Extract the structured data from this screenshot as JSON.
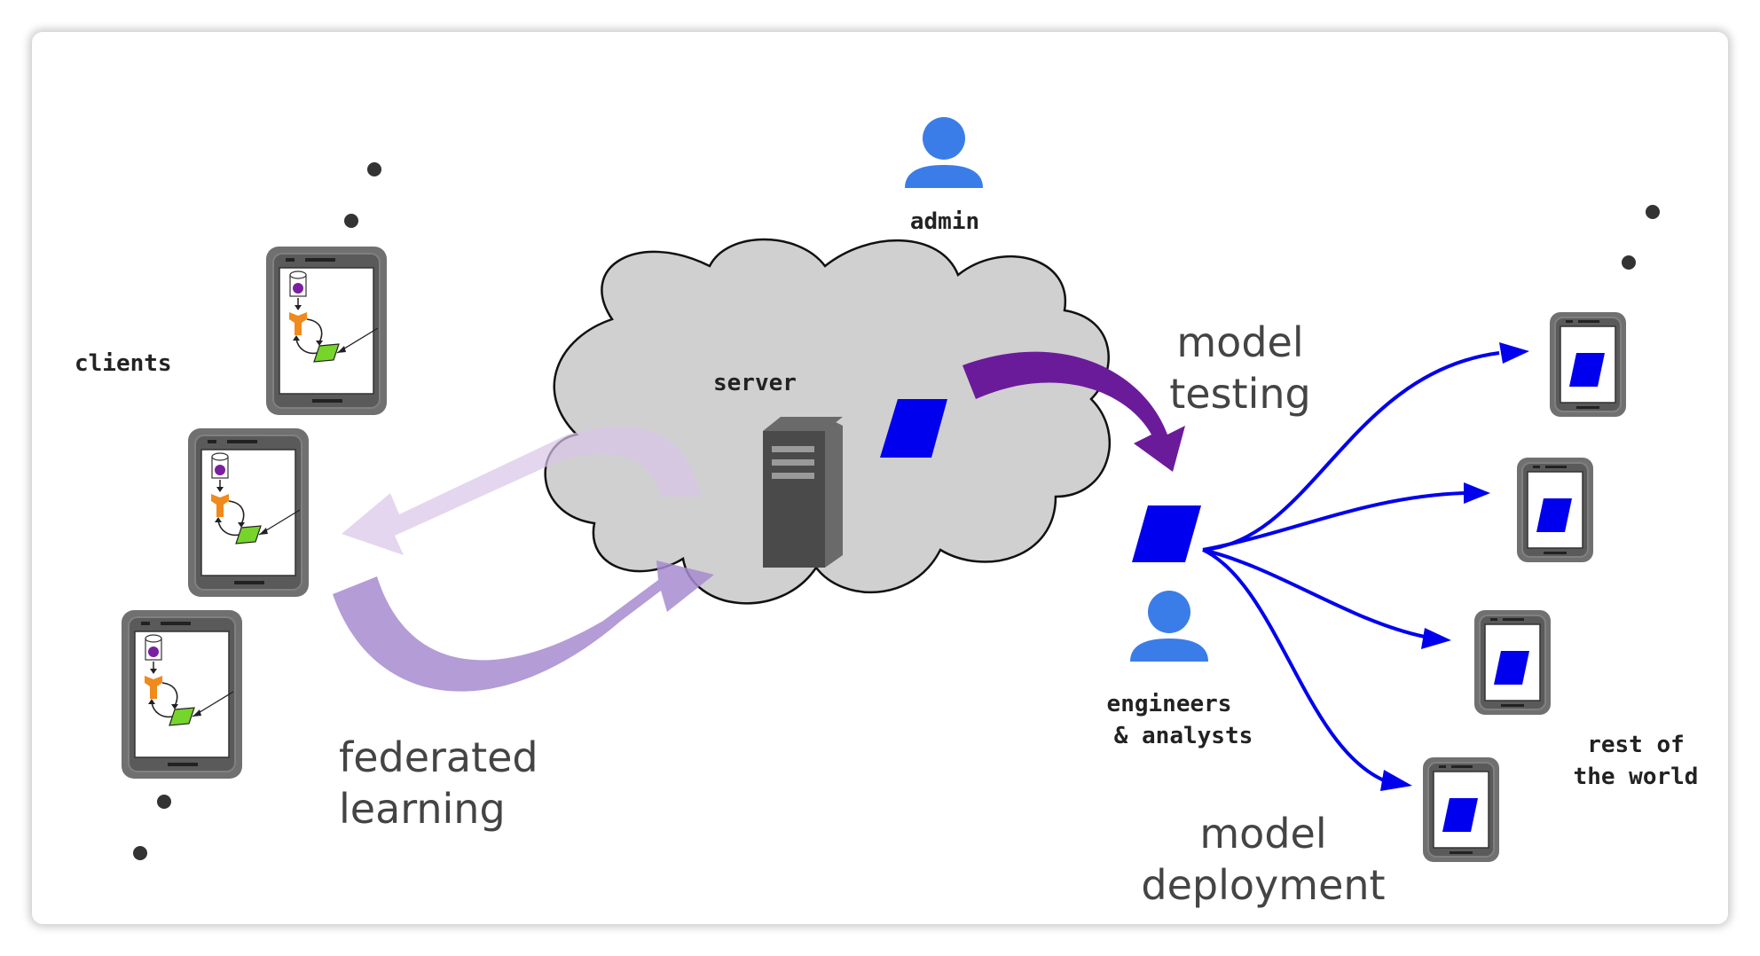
{
  "labels": {
    "admin": "admin",
    "clients": "clients",
    "server": "server",
    "model_testing_line1": "model",
    "model_testing_line2": "testing",
    "federated_line1": "federated",
    "federated_line2": "learning",
    "engineers_line1": "engineers",
    "engineers_line2": "& analysts",
    "model_deployment_line1": "model",
    "model_deployment_line2": "deployment",
    "rest_line1": "rest of",
    "rest_line2": "the world"
  },
  "colors": {
    "cloud": "#d0d0d0",
    "person": "#3b7de8",
    "model": "#0000ee",
    "deploy_arrow": "#0000ee",
    "testing_arrow": "#6a1b9a",
    "fl_arrow_out": "#e1d2ee",
    "fl_arrow_in": "#b196d4",
    "phone": "#707070",
    "server": "#4a4a4a"
  }
}
